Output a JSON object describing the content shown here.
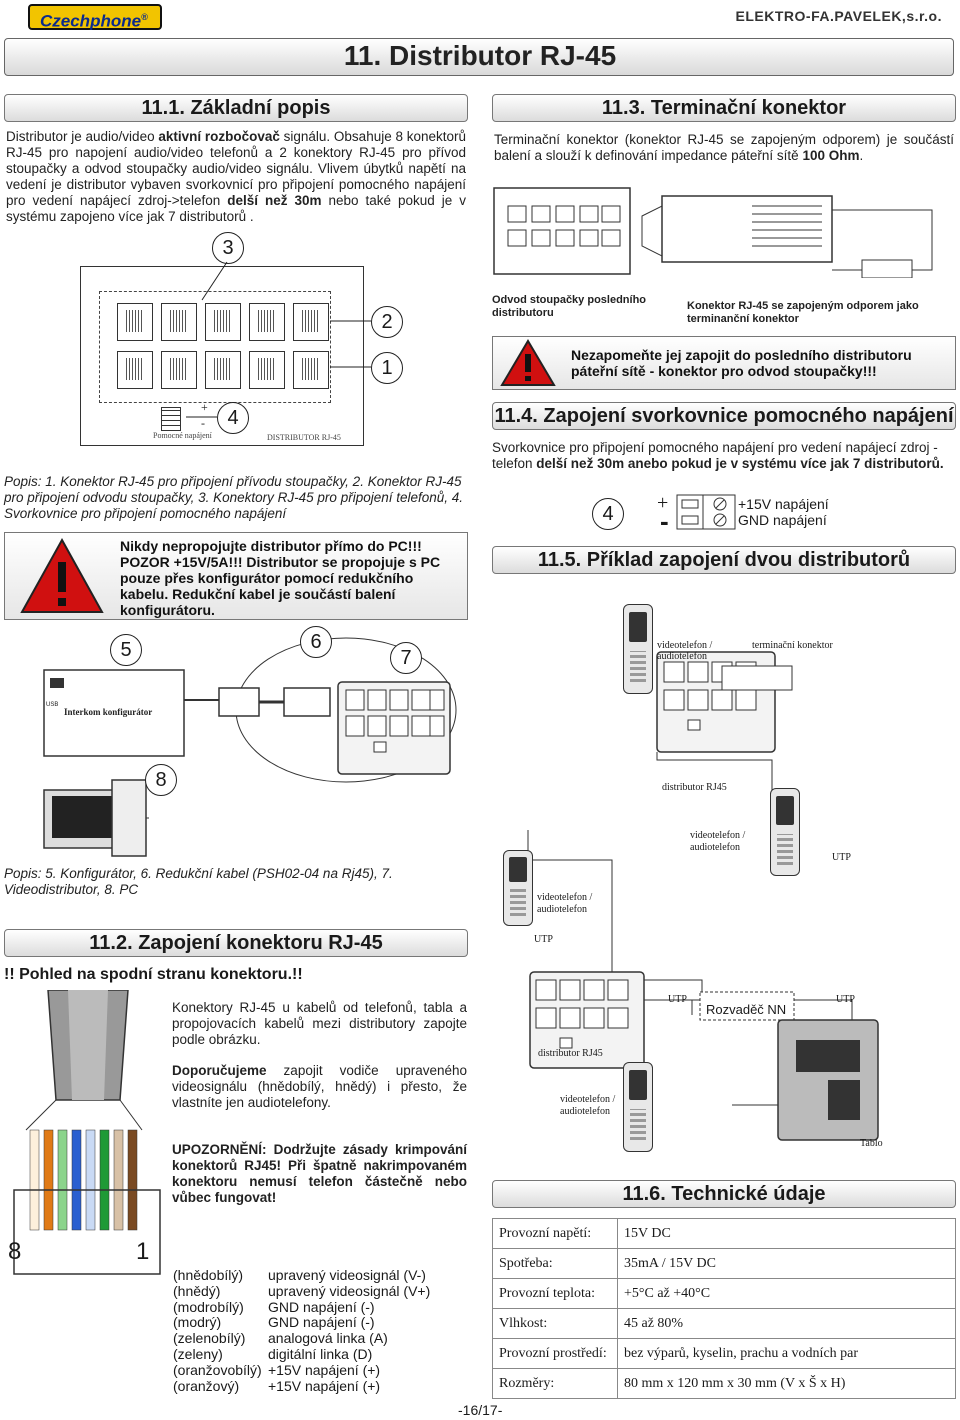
{
  "header": {
    "logo": "Czechphone",
    "logo_mark": "®",
    "company": "ELEKTRO-FA.PAVELEK,s.r.o."
  },
  "main_title": "11. Distributor RJ-45",
  "s1": {
    "title": "11.1. Základní popis",
    "p1_a": "Distributor je audio/video ",
    "p1_b": "aktivní rozbočovač",
    "p1_c": " signálu. Obsahuje 8 konektorů RJ-45 pro napojení audio/video telefonů a 2 konektory RJ-45 pro přívod stoupačky a odvod stoupačky audio/video signálu. Vlivem úbytků napětí na vedení je distributor vybaven svorkovnicí pro připojení pomocného napájení pro vedení napájecí zdroj->telefon ",
    "p1_d": "delší než 30m",
    "p1_e": " nebo také pokud je v systému zapojeno více jak 7 distributorů .",
    "labels": {
      "n1": "1",
      "n2": "2",
      "n3": "3",
      "n4": "4",
      "plus": "+",
      "minus": "-",
      "aux": "Pomocné napájení",
      "dist": "DISTRIBUTOR RJ-45"
    },
    "popis": "Popis: 1. Konektor RJ-45 pro připojení přívodu stoupačky, 2. Konektor RJ-45 pro připojení odvodu stoupačky, 3. Konektory RJ-45 pro připojení telefonů, 4. Svorkovnice pro připojení pomocného napájení",
    "warn": "Nikdy nepropojujte distributor přímo do PC!!! POZOR +15V/5A!!! Distributor se propojuje s PC pouze přes konfigurátor pomocí redukčního kabelu. Redukční kabel je součástí balení konfigurátoru.",
    "n5": "5",
    "n6": "6",
    "n7": "7",
    "n8": "8",
    "konfig": "Interkom konfigurátor",
    "usb": "USB",
    "popis2": "Popis: 5. Konfigurátor, 6. Redukční kabel (PSH02-04 na Rj45), 7. Videodistributor, 8. PC"
  },
  "s2": {
    "title": "11.2. Zapojení konektoru RJ-45",
    "subtitle": "!! Pohled na spodní stranu konektoru.!!",
    "p1": "Konektory RJ-45 u kabelů od telefonů, tabla a propojovacích kabelů mezi distributory zapojte podle obrázku.",
    "p2_a": "Doporučujeme",
    "p2_b": " zapojit vodiče upraveného videosignálu (hnědobílý, hnědý) i přesto, že vlastníte jen audiotelefony.",
    "p3": "UPOZORNĚNÍ: Dodržujte zásady krimpování konektorů RJ45! Při špatně nakrimpovaném konektoru nemusí telefon částečně nebo vůbec fungovat!",
    "pin8": "8",
    "pin1": "1",
    "wires": [
      {
        "color": "(hnědobílý)",
        "signal": "upravený videosignál (V-)"
      },
      {
        "color": "(hnědý)",
        "signal": "upravený videosignál (V+)"
      },
      {
        "color": "(modrobílý)",
        "signal": "GND napájení (-)"
      },
      {
        "color": "(modrý)",
        "signal": "GND napájení (-)"
      },
      {
        "color": "(zelenobílý)",
        "signal": "analogová linka (A)"
      },
      {
        "color": "(zeleny)",
        "signal": "digitální linka (D)"
      },
      {
        "color": "(oranžovobílý)",
        "signal": "+15V napájení (+)"
      },
      {
        "color": "(oranžový)",
        "signal": "+15V napájení (+)"
      }
    ]
  },
  "s3": {
    "title": "11.3. Terminační konektor",
    "p1_a": "Terminační konektor (konektor RJ-45 se zapojeným odporem) je součástí balení a slouží k definování impedance páteřní sítě ",
    "p1_b": "100 Ohm",
    "p1_c": ".",
    "cap1": "Odvod stoupačky posledního distributoru",
    "cap2": "Konektor RJ-45 se zapojeným odporem jako terminanční konektor",
    "warn": "Nezapomeňte jej zapojit do posledního distributoru páteřní sítě - konektor pro odvod stoupačky!!!"
  },
  "s4": {
    "title": "11.4. Zapojení svorkovnice pomocného napájení",
    "p1_a": "Svorkovnice pro připojení pomocného napájení pro vedení napájecí zdroj - telefon ",
    "p1_b": "delší než 30m anebo pokud je v systému více jak 7 distributorů.",
    "n4": "4",
    "plus": "+",
    "minus": "-",
    "l1": "+15V napájení",
    "l2": "GND napájení"
  },
  "s5": {
    "title": "11.5. Příklad zapojení dvou distributorů",
    "vt": "videotelefon / audiotelefon",
    "vt_a": "videotelefon /",
    "vt_b": "audiotelefon",
    "term": "terminační konektor",
    "dist": "distributor RJ45",
    "utp": "UTP",
    "rozv": "Rozvaděč NN",
    "tablo": "Tablo"
  },
  "s6": {
    "title": "11.6. Technické údaje",
    "rows": [
      {
        "k": "Provozní napětí:",
        "v": "15V DC"
      },
      {
        "k": "Spotřeba:",
        "v": "35mA / 15V DC"
      },
      {
        "k": "Provozní teplota:",
        "v": "+5°C až +40°C"
      },
      {
        "k": "Vlhkost:",
        "v": "45 až 80%"
      },
      {
        "k": "Provozní prostředí:",
        "v": "bez výparů, kyselin, prachu a vodních par"
      },
      {
        "k": "Rozměry:",
        "v": "80 mm x 120 mm x 30 mm (V x Š x H)"
      }
    ]
  },
  "page": "-16/17-"
}
